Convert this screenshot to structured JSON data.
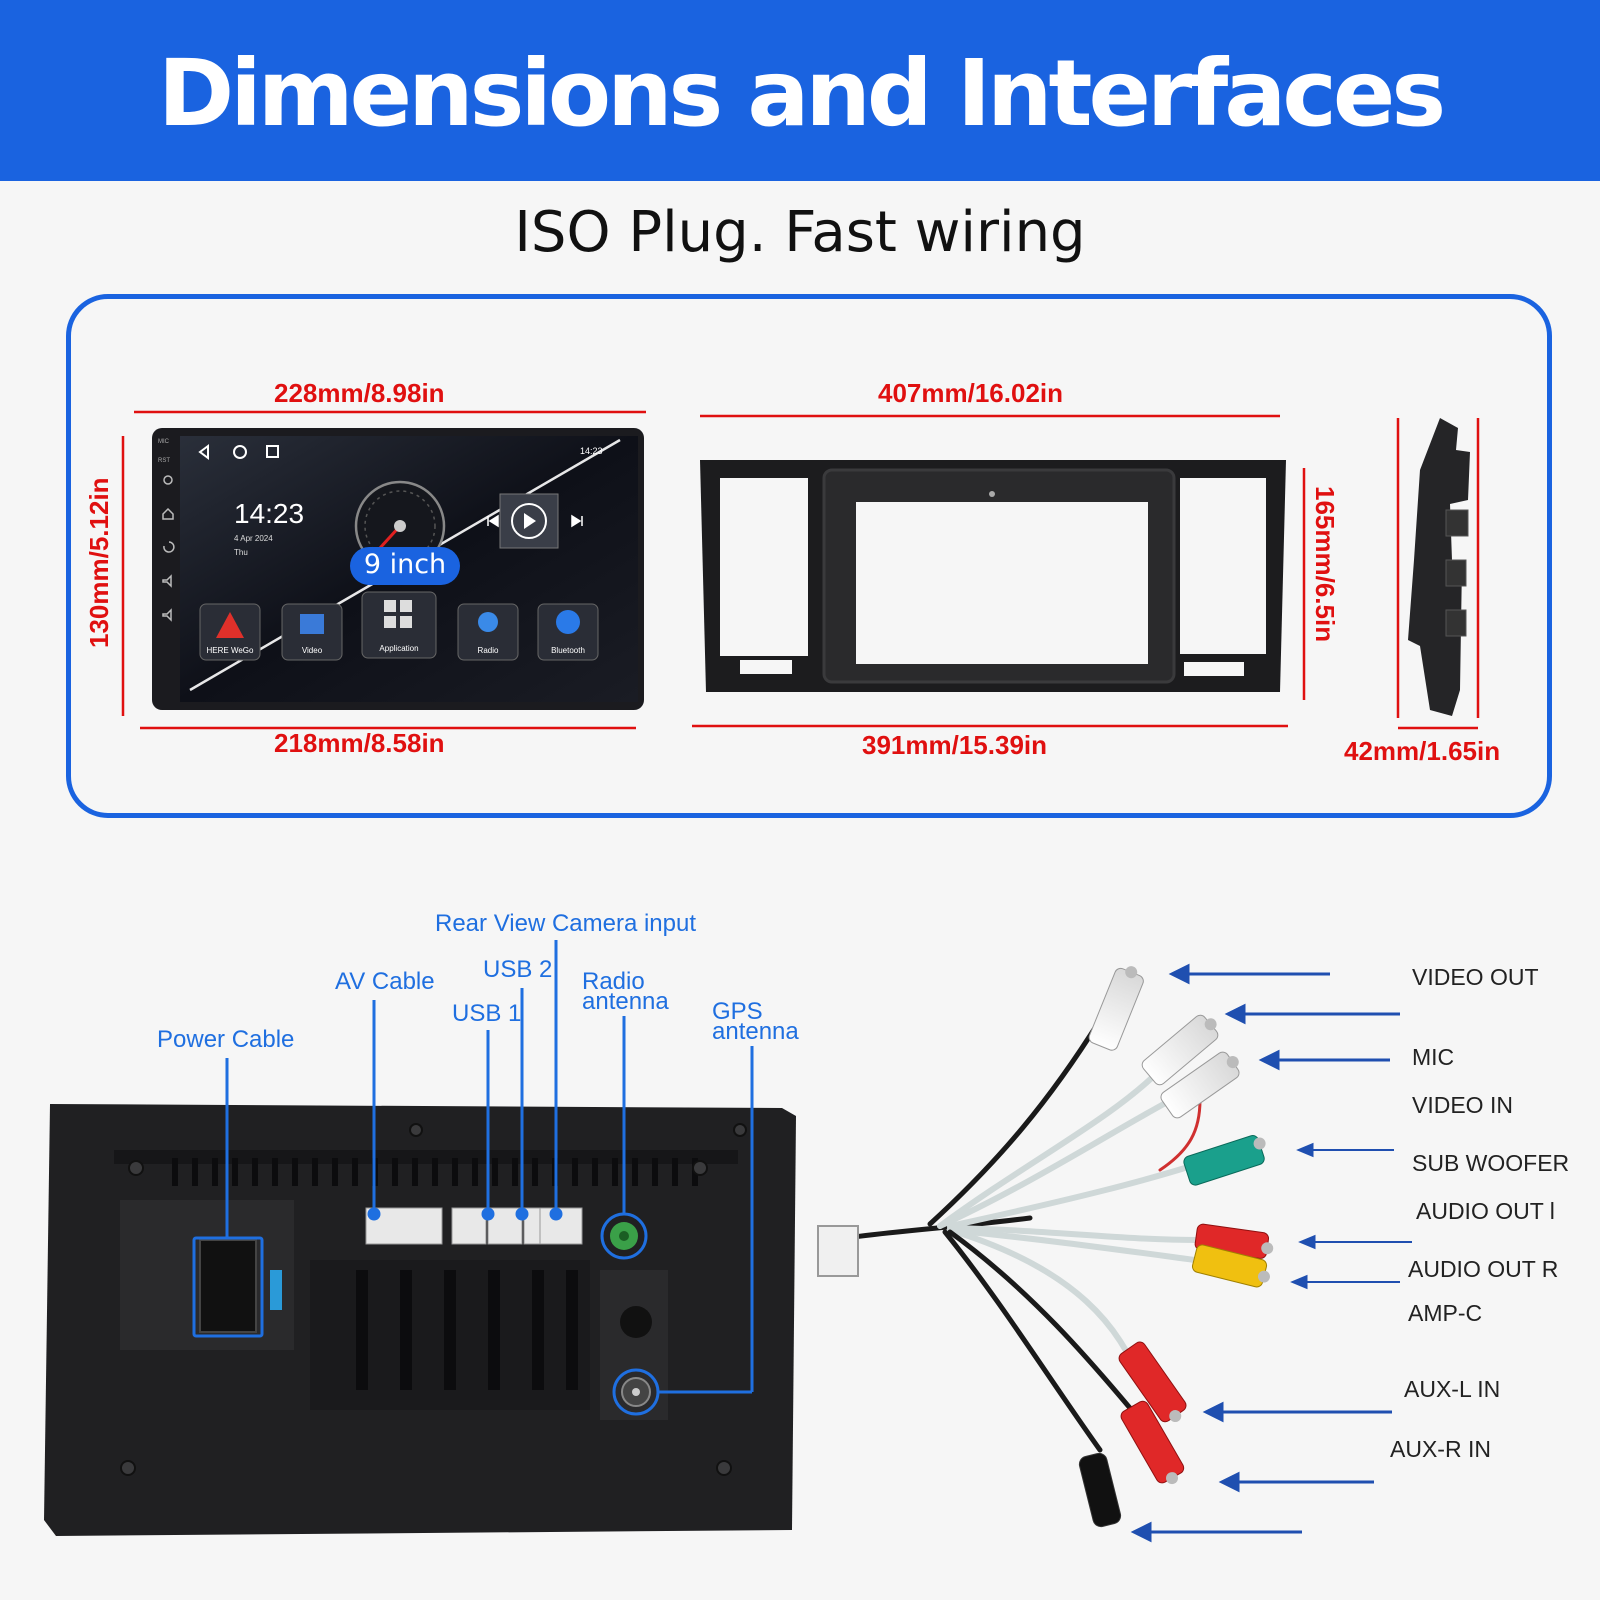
{
  "header": {
    "title": "Dimensions and Interfaces"
  },
  "subtitle": "ISO Plug. Fast wiring",
  "dimensions": {
    "radio_top_width": "228mm/8.98in",
    "radio_bottom_width": "218mm/8.58in",
    "radio_height": "130mm/5.12in",
    "frame_top_width": "407mm/16.02in",
    "frame_bottom_width": "391mm/15.39in",
    "frame_height": "165mm/6.5in",
    "side_depth": "42mm/1.65in"
  },
  "screen": {
    "time": "14:23",
    "date": "4 Apr 2024",
    "day": "Thu",
    "status_time": "14:23",
    "size_badge": "9 inch",
    "side_labels": [
      "MIC",
      "RST"
    ],
    "apps": [
      "HERE WeGo",
      "Video",
      "Application",
      "Radio",
      "Bluetooth"
    ]
  },
  "interfaces": {
    "power_cable": "Power Cable",
    "av_cable": "AV Cable",
    "usb1": "USB 1",
    "usb2": "USB 2",
    "rear_camera": "Rear View Camera input",
    "radio_antenna": "Radio antenna",
    "gps_antenna": "GPS antenna"
  },
  "ports": [
    "VIDEO OUT",
    "MIC",
    "VIDEO IN",
    "SUB WOOFER",
    "AUDIO OUT l",
    "AUDIO OUT R",
    "AMP-C",
    "AUX-L IN",
    "AUX-R IN"
  ],
  "colors": {
    "brand_blue": "#1a63e0",
    "dimension_red": "#e01010",
    "label_blue": "#1f6fe0"
  }
}
